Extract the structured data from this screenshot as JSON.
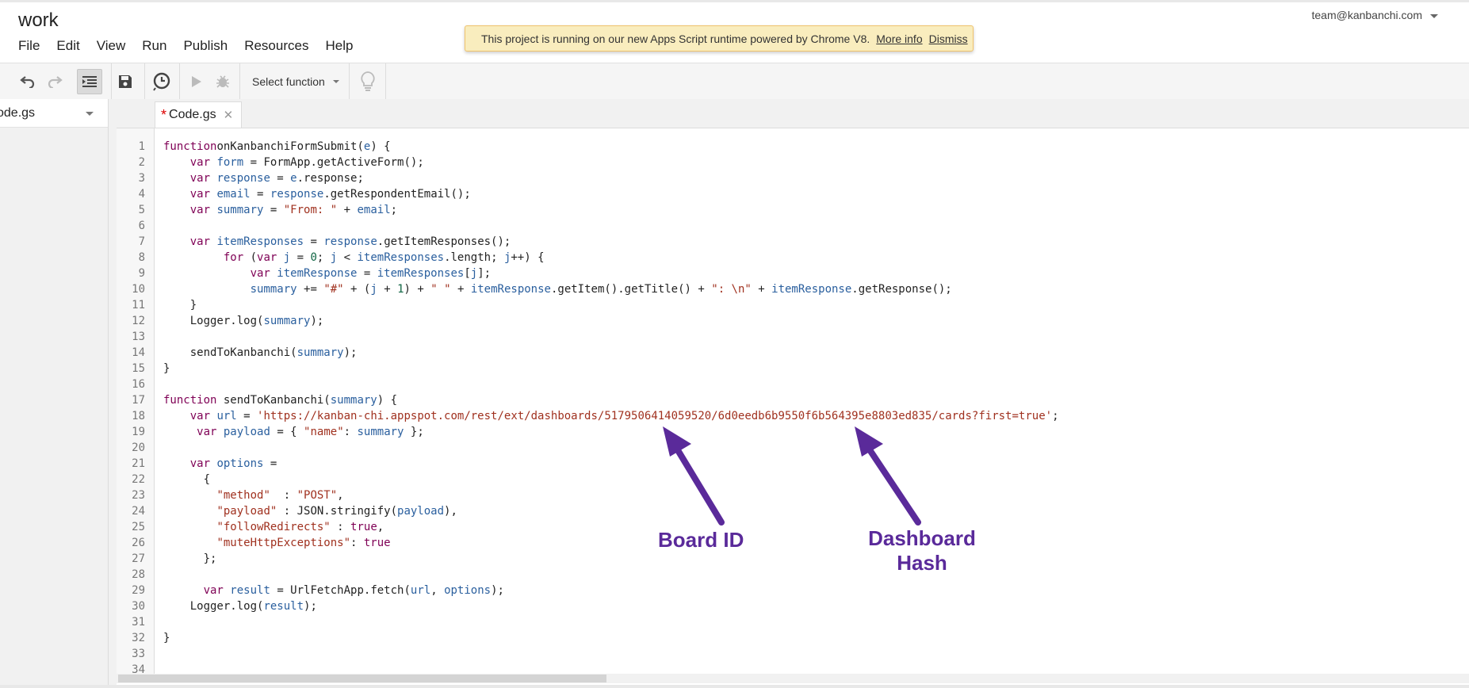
{
  "project_title": "work",
  "account": "team@kanbanchi.com",
  "menu": [
    "File",
    "Edit",
    "View",
    "Run",
    "Publish",
    "Resources",
    "Help"
  ],
  "notice": {
    "text": "This project is running on our new Apps Script runtime powered by Chrome V8.",
    "more_info": "More info",
    "dismiss": "Dismiss"
  },
  "toolbar": {
    "select_function": "Select function",
    "icons": [
      "undo-icon",
      "redo-icon",
      "indent-icon",
      "save-icon",
      "triggers-clock-icon",
      "run-play-icon",
      "debug-bug-icon",
      "lightbulb-icon"
    ]
  },
  "files": {
    "selected": "ode.gs"
  },
  "tab": {
    "modified_marker": "*",
    "name": "Code.gs",
    "close": "✕"
  },
  "code_lines": [
    {
      "n": "1"
    },
    {
      "n": "2"
    },
    {
      "n": "3"
    },
    {
      "n": "4"
    },
    {
      "n": "5"
    },
    {
      "n": "6"
    },
    {
      "n": "7"
    },
    {
      "n": "8"
    },
    {
      "n": "9"
    },
    {
      "n": "10"
    },
    {
      "n": "11"
    },
    {
      "n": "12"
    },
    {
      "n": "13"
    },
    {
      "n": "14"
    },
    {
      "n": "15"
    },
    {
      "n": "16"
    },
    {
      "n": "17"
    },
    {
      "n": "18"
    },
    {
      "n": "19"
    },
    {
      "n": "20"
    },
    {
      "n": "21"
    },
    {
      "n": "22"
    },
    {
      "n": "23"
    },
    {
      "n": "24"
    },
    {
      "n": "25"
    },
    {
      "n": "26"
    },
    {
      "n": "27"
    },
    {
      "n": "28"
    },
    {
      "n": "29"
    },
    {
      "n": "30"
    },
    {
      "n": "31"
    },
    {
      "n": "32"
    },
    {
      "n": "33"
    },
    {
      "n": "34"
    }
  ],
  "code": {
    "l1": [
      [
        "kw",
        "function"
      ],
      [
        "",
        "onKanbanchiFormSubmit("
      ],
      [
        "var",
        "e"
      ],
      [
        "",
        ") {"
      ]
    ],
    "l2": [
      [
        "",
        "    "
      ],
      [
        "kw",
        "var"
      ],
      [
        "",
        ""
      ],
      [
        "var",
        " form"
      ],
      [
        "",
        " = FormApp.getActiveForm();"
      ]
    ],
    "l3": [
      [
        "",
        "    "
      ],
      [
        "kw",
        "var"
      ],
      [
        "var",
        " response"
      ],
      [
        "",
        " = "
      ],
      [
        "var",
        "e"
      ],
      [
        "",
        ".response;"
      ]
    ],
    "l4": [
      [
        "",
        "    "
      ],
      [
        "kw",
        "var"
      ],
      [
        "var",
        " email"
      ],
      [
        "",
        " = "
      ],
      [
        "var",
        "response"
      ],
      [
        "",
        ".getRespondentEmail();"
      ]
    ],
    "l5": [
      [
        "",
        "    "
      ],
      [
        "kw",
        "var"
      ],
      [
        "var",
        " summary"
      ],
      [
        "",
        " = "
      ],
      [
        "str",
        "\"From: \""
      ],
      [
        "",
        " + "
      ],
      [
        "var",
        "email"
      ],
      [
        "",
        ";"
      ]
    ],
    "l6": [],
    "l7": [
      [
        "",
        "    "
      ],
      [
        "kw",
        "var"
      ],
      [
        "var",
        " itemResponses"
      ],
      [
        "",
        " = "
      ],
      [
        "var",
        "response"
      ],
      [
        "",
        ".getItemResponses();"
      ]
    ],
    "l8": [
      [
        "",
        "         "
      ],
      [
        "kw",
        "for"
      ],
      [
        "",
        " ("
      ],
      [
        "kw",
        "var"
      ],
      [
        "var",
        " j"
      ],
      [
        "",
        " = "
      ],
      [
        "num",
        "0"
      ],
      [
        "",
        "; "
      ],
      [
        "var",
        "j"
      ],
      [
        "",
        " < "
      ],
      [
        "var",
        "itemResponses"
      ],
      [
        "",
        ".length; "
      ],
      [
        "var",
        "j"
      ],
      [
        "",
        "++) {"
      ]
    ],
    "l9": [
      [
        "",
        "             "
      ],
      [
        "kw",
        "var"
      ],
      [
        "var",
        " itemResponse"
      ],
      [
        "",
        " = "
      ],
      [
        "var",
        "itemResponses"
      ],
      [
        "",
        "["
      ],
      [
        "var",
        "j"
      ],
      [
        "",
        "];"
      ]
    ],
    "l10": [
      [
        "",
        "             "
      ],
      [
        "var",
        "summary"
      ],
      [
        "",
        " += "
      ],
      [
        "str",
        "\"#\""
      ],
      [
        "",
        " + ("
      ],
      [
        "var",
        "j"
      ],
      [
        "",
        " + "
      ],
      [
        "num",
        "1"
      ],
      [
        "",
        ") + "
      ],
      [
        "str",
        "\" \""
      ],
      [
        "",
        " + "
      ],
      [
        "var",
        "itemResponse"
      ],
      [
        "",
        ".getItem().getTitle() + "
      ],
      [
        "str",
        "\": \\n\""
      ],
      [
        "",
        " + "
      ],
      [
        "var",
        "itemResponse"
      ],
      [
        "",
        ".getResponse();"
      ]
    ],
    "l11": [
      [
        "",
        "    }"
      ]
    ],
    "l12": [
      [
        "",
        "    Logger.log("
      ],
      [
        "var",
        "summary"
      ],
      [
        "",
        ");"
      ]
    ],
    "l13": [],
    "l14": [
      [
        "",
        "    sendToKanbanchi("
      ],
      [
        "var",
        "summary"
      ],
      [
        "",
        ");"
      ]
    ],
    "l15": [
      [
        "",
        "}"
      ]
    ],
    "l16": [],
    "l17": [
      [
        "kw",
        "function"
      ],
      [
        "",
        " sendToKanbanchi("
      ],
      [
        "var",
        "summary"
      ],
      [
        "",
        ") {"
      ]
    ],
    "l18": [
      [
        "",
        "    "
      ],
      [
        "kw",
        "var"
      ],
      [
        "var",
        " url"
      ],
      [
        "",
        " = "
      ],
      [
        "str",
        "'https://kanban-chi.appspot.com/rest/ext/dashboards/5179506414059520/6d0eedb6b9550f6b564395e8803ed835/cards?first=true'"
      ],
      [
        "",
        ";"
      ]
    ],
    "l19": [
      [
        "",
        "     "
      ],
      [
        "kw",
        "var"
      ],
      [
        "var",
        " payload"
      ],
      [
        "",
        " = { "
      ],
      [
        "str",
        "\"name\""
      ],
      [
        "",
        ": "
      ],
      [
        "var",
        "summary"
      ],
      [
        "",
        " };"
      ]
    ],
    "l20": [],
    "l21": [
      [
        "",
        "    "
      ],
      [
        "kw",
        "var"
      ],
      [
        "var",
        " options"
      ],
      [
        "",
        " ="
      ]
    ],
    "l22": [
      [
        "",
        "      {"
      ]
    ],
    "l23": [
      [
        "",
        "        "
      ],
      [
        "str",
        "\"method\""
      ],
      [
        "",
        "  : "
      ],
      [
        "str",
        "\"POST\""
      ],
      [
        "",
        ","
      ]
    ],
    "l24": [
      [
        "",
        "        "
      ],
      [
        "str",
        "\"payload\""
      ],
      [
        "",
        " : JSON.stringify("
      ],
      [
        "var",
        "payload"
      ],
      [
        "",
        "),"
      ]
    ],
    "l25": [
      [
        "",
        "        "
      ],
      [
        "str",
        "\"followRedirects\""
      ],
      [
        "",
        " : "
      ],
      [
        "kw",
        "true"
      ],
      [
        "",
        ","
      ]
    ],
    "l26": [
      [
        "",
        "        "
      ],
      [
        "str",
        "\"muteHttpExceptions\""
      ],
      [
        "",
        ": "
      ],
      [
        "kw",
        "true"
      ]
    ],
    "l27": [
      [
        "",
        "      };"
      ]
    ],
    "l28": [],
    "l29": [
      [
        "",
        "      "
      ],
      [
        "kw",
        "var"
      ],
      [
        "var",
        " result"
      ],
      [
        "",
        " = UrlFetchApp.fetch("
      ],
      [
        "var",
        "url"
      ],
      [
        "",
        ", "
      ],
      [
        "var",
        "options"
      ],
      [
        "",
        ");"
      ]
    ],
    "l30": [
      [
        "",
        "    Logger.log("
      ],
      [
        "var",
        "result"
      ],
      [
        "",
        ");"
      ]
    ],
    "l31": [],
    "l32": [
      [
        "",
        "}"
      ]
    ],
    "l33": [],
    "l34": []
  },
  "annotations": {
    "board_id": "Board ID",
    "dashboard_hash_line1": "Dashboard",
    "dashboard_hash_line2": "Hash",
    "color": "#5a2a9a"
  }
}
